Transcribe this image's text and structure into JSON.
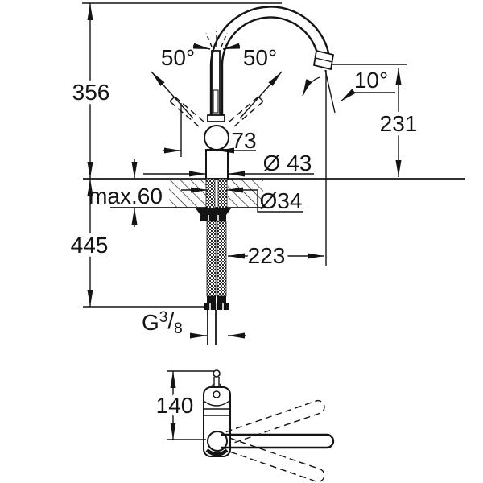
{
  "drawing": {
    "line_color": "#141414",
    "background": "#ffffff",
    "front_view": {
      "overall_height": "356",
      "swing_angle_left": "50°",
      "swing_angle_right": "50°",
      "stream_angle": "10°",
      "spout_height": "231",
      "lever_offset": "73",
      "base_diameter": "Ø 43",
      "shank_diameter": "Ø34",
      "max_counter_thickness": "max.60",
      "hose_drop": "445",
      "spout_reach": "223",
      "thread_label": {
        "g": "G",
        "numerator": "3",
        "slash": "/",
        "denominator": "8"
      }
    },
    "top_view": {
      "body_depth": "140"
    }
  }
}
